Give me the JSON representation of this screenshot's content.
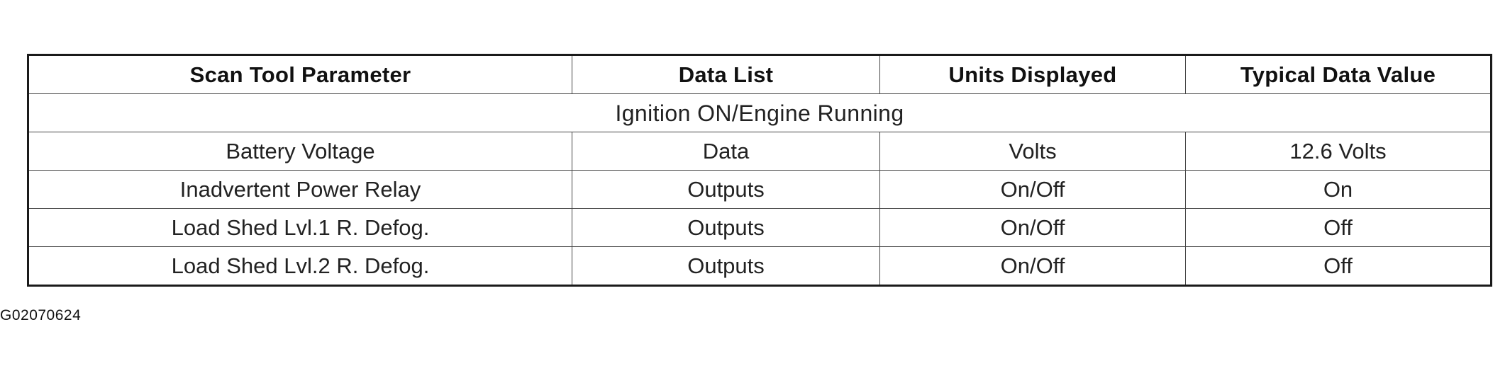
{
  "table": {
    "headers": [
      "Scan Tool Parameter",
      "Data List",
      "Units Displayed",
      "Typical Data Value"
    ],
    "section_label": "Ignition ON/Engine Running",
    "rows": [
      [
        "Battery Voltage",
        "Data",
        "Volts",
        "12.6 Volts"
      ],
      [
        "Inadvertent Power Relay",
        "Outputs",
        "On/Off",
        "On"
      ],
      [
        "Load Shed Lvl.1 R. Defog.",
        "Outputs",
        "On/Off",
        "Off"
      ],
      [
        "Load Shed Lvl.2 R. Defog.",
        "Outputs",
        "On/Off",
        "Off"
      ]
    ]
  },
  "figure_id": "G02070624"
}
